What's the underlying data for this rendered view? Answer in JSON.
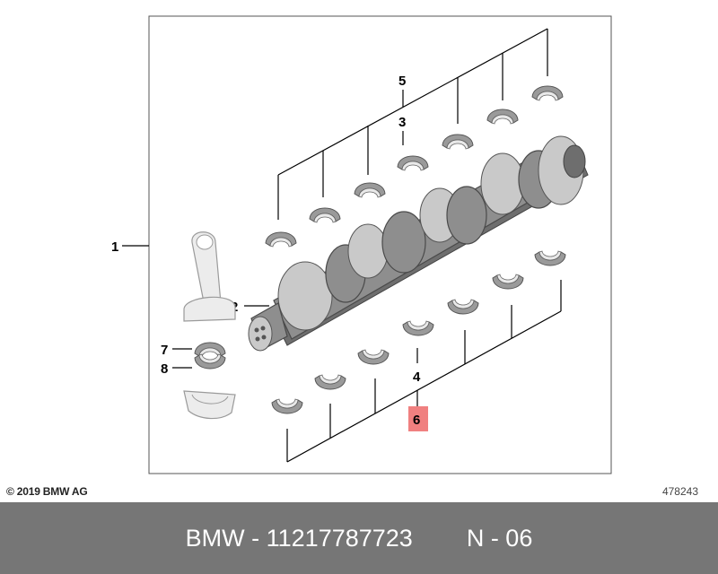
{
  "copyright": "© 2019 BMW AG",
  "doc_number": "478243",
  "footer": {
    "part_label": "BMW - 11217787723",
    "position_label": "N - 06"
  },
  "callouts": {
    "c1": "1",
    "c2": "2",
    "c3": "3",
    "c4": "4",
    "c5": "5",
    "c6": "6",
    "c7": "7",
    "c8": "8"
  },
  "colors": {
    "highlight": "#f08080",
    "footer_bg": "#767676",
    "frame": "#555555"
  }
}
